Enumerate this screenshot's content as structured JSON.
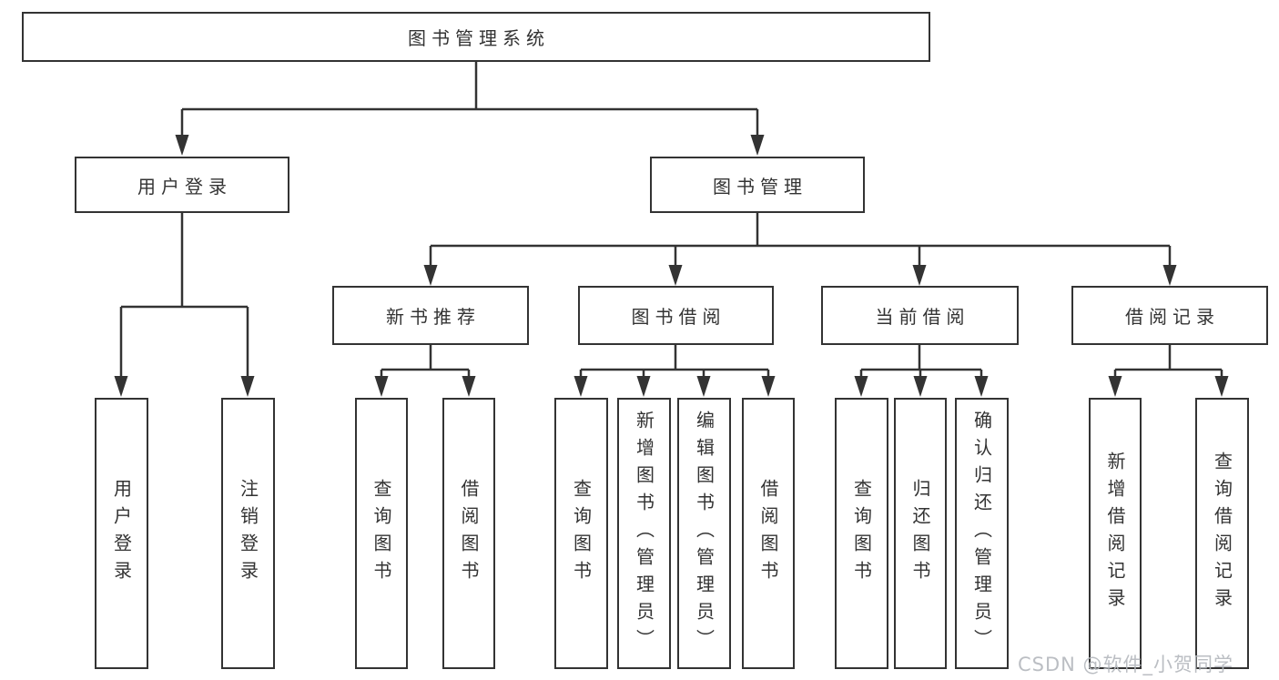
{
  "diagram_title": "图书管理系统",
  "nodes": {
    "root": {
      "label": "图书管理系统"
    },
    "level2": [
      {
        "label": "用户登录"
      },
      {
        "label": "图书管理"
      }
    ],
    "level3": [
      {
        "parent": "图书管理",
        "label": "新书推荐"
      },
      {
        "parent": "图书管理",
        "label": "图书借阅"
      },
      {
        "parent": "图书管理",
        "label": "当前借阅"
      },
      {
        "parent": "图书管理",
        "label": "借阅记录"
      }
    ],
    "leaves": [
      {
        "parent": "用户登录",
        "label": "用户登录"
      },
      {
        "parent": "用户登录",
        "label": "注销登录"
      },
      {
        "parent": "新书推荐",
        "label": "查询图书"
      },
      {
        "parent": "新书推荐",
        "label": "借阅图书"
      },
      {
        "parent": "图书借阅",
        "label": "查询图书"
      },
      {
        "parent": "图书借阅",
        "label": "新增图书（管理员）"
      },
      {
        "parent": "图书借阅",
        "label": "编辑图书（管理员）"
      },
      {
        "parent": "图书借阅",
        "label": "借阅图书"
      },
      {
        "parent": "当前借阅",
        "label": "查询图书"
      },
      {
        "parent": "当前借阅",
        "label": "归还图书"
      },
      {
        "parent": "当前借阅",
        "label": "确认归还（管理员）"
      },
      {
        "parent": "借阅记录",
        "label": "新增借阅记录"
      },
      {
        "parent": "借阅记录",
        "label": "查询借阅记录"
      }
    ]
  },
  "watermark": {
    "text": "CSDN @软件_小贺同学",
    "color": "#b4b8bd"
  },
  "colors": {
    "background": "#ffffff",
    "box_border": "#333333",
    "box_fill": "#ffffff",
    "line": "#333333",
    "text": "#333333",
    "watermark": "#b4b8bd"
  }
}
